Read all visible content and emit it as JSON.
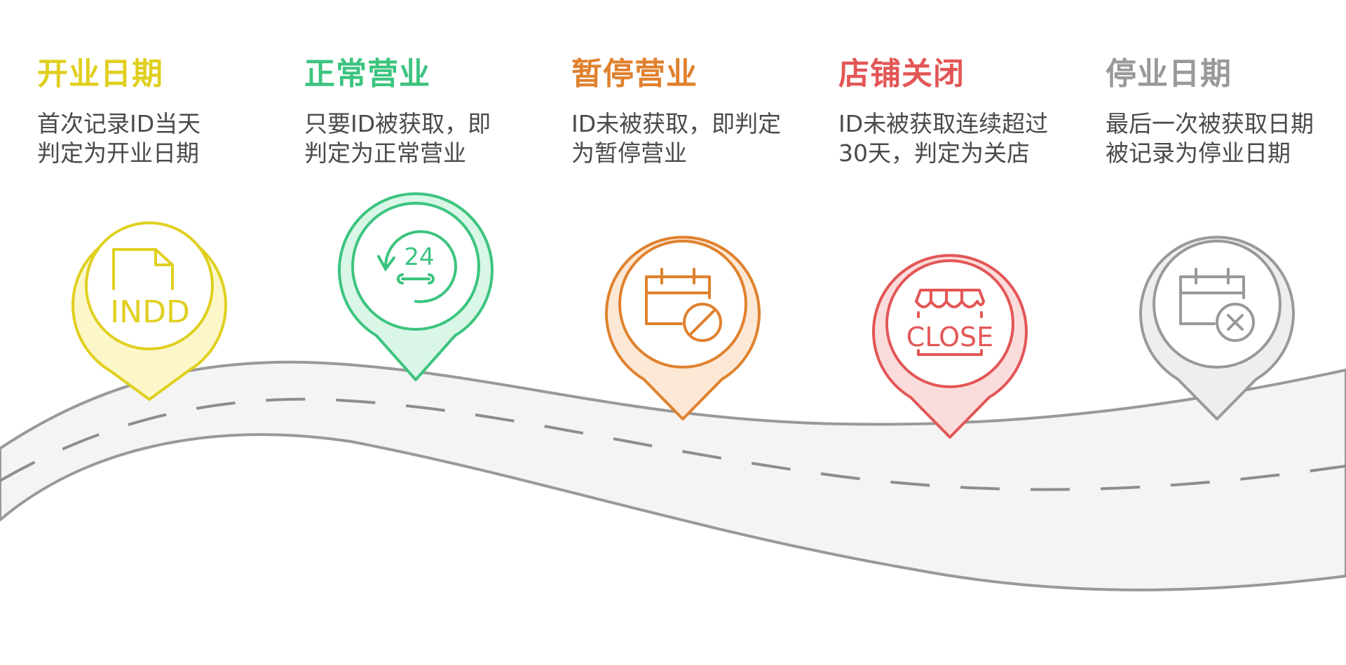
{
  "stages": [
    {
      "title": "开业日期",
      "desc_lines": [
        "首次记录ID当天",
        "判定为开业日期"
      ],
      "color": "#e0cf1f",
      "fill": "#fbf7c9",
      "icon": "indd-file-icon",
      "icon_text": "INDD"
    },
    {
      "title": "正常营业",
      "desc_lines": [
        "只要ID被获取，即",
        "判定为正常营业"
      ],
      "color": "#3cc47f",
      "fill": "#d9f6e6",
      "icon": "24-hour-service-icon",
      "icon_text": "24"
    },
    {
      "title": "暂停营业",
      "desc_lines": [
        "ID未被获取，即判定",
        "为暂停营业"
      ],
      "color": "#e0812e",
      "fill": "#fce8d5",
      "icon": "calendar-block-icon"
    },
    {
      "title": "店铺关闭",
      "desc_lines": [
        "ID未被获取连续超过",
        "30天，判定为关店"
      ],
      "color": "#e35656",
      "fill": "#fbdcdc",
      "icon": "store-closed-icon",
      "icon_text": "CLOSE"
    },
    {
      "title": "停业日期",
      "desc_lines": [
        "最后一次被获取日期",
        "被记录为停业日期"
      ],
      "color": "#999999",
      "fill": "#eeeeee",
      "icon": "calendar-cancel-icon"
    }
  ]
}
